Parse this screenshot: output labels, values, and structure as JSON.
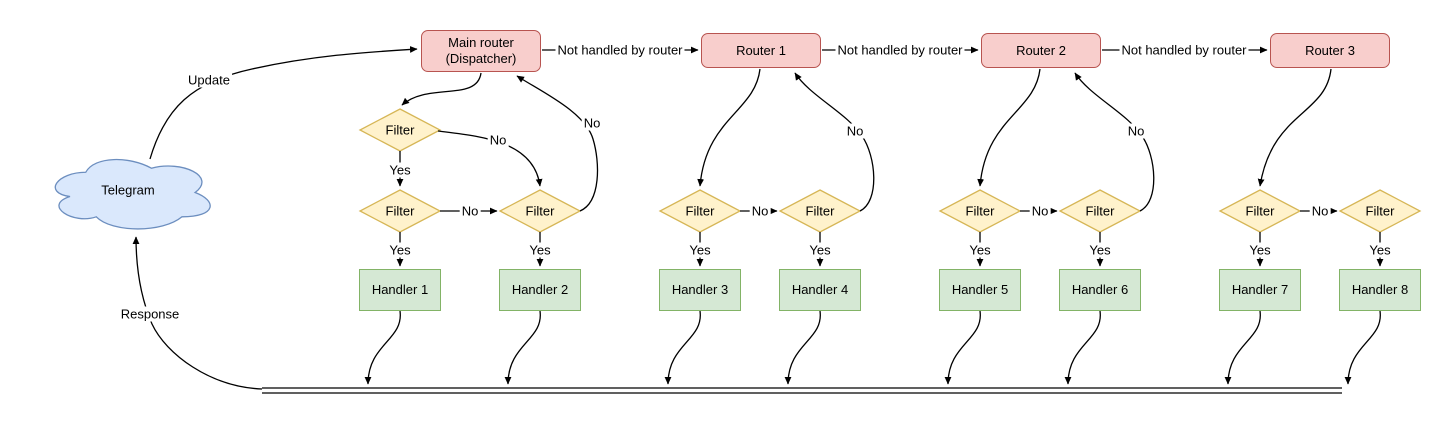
{
  "labels": {
    "update": "Update",
    "response": "Response",
    "not_handled": "Not handled by router",
    "yes": "Yes",
    "no": "No",
    "filter": "Filter"
  },
  "nodes": {
    "telegram": "Telegram",
    "dispatcher_line1": "Main router",
    "dispatcher_line2": "(Dispatcher)",
    "routers": [
      "Router 1",
      "Router 2",
      "Router 3"
    ],
    "handlers": [
      "Handler 1",
      "Handler 2",
      "Handler 3",
      "Handler 4",
      "Handler 5",
      "Handler 6",
      "Handler 7",
      "Handler 8"
    ]
  },
  "colors": {
    "router_fill": "#f8cecc",
    "router_stroke": "#b85450",
    "filter_fill": "#fff2cc",
    "filter_stroke": "#d6b656",
    "handler_fill": "#d5e8d4",
    "handler_stroke": "#82b366",
    "cloud_fill": "#dae8fc",
    "cloud_stroke": "#6c8ebf",
    "edge": "#000000"
  }
}
